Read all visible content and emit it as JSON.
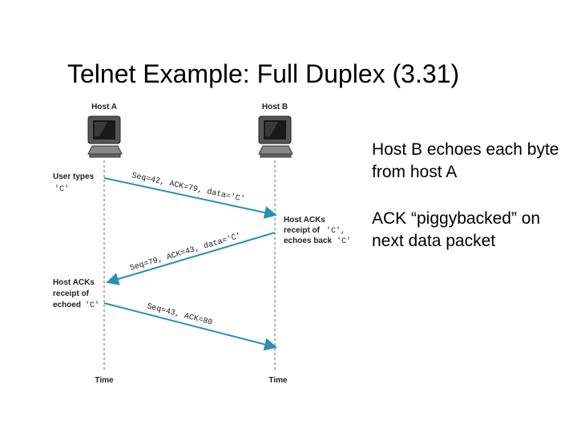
{
  "slide": {
    "title": "Telnet Example: Full Duplex (3.31)",
    "bullets": [
      "Host B echoes each byte from host A",
      "ACK “piggybacked” on next data packet"
    ]
  },
  "diagram": {
    "host_a": "Host A",
    "host_b": "Host B",
    "time_a": "Time",
    "time_b": "Time",
    "user_types_line1": "User types",
    "user_types_line2": "'C'",
    "host_b_note": [
      "Host ACKs",
      "receipt of",
      "echoes back"
    ],
    "host_b_note_c1": "'C',",
    "host_b_note_c2": "'C'",
    "host_a_note": [
      "Host ACKs",
      "receipt of",
      "echoed"
    ],
    "host_a_note_c": "'C'",
    "messages": [
      "Seq=42, ACK=79, data='C'",
      "Seq=79, ACK=43, data='C'",
      "Seq=43, ACK=80"
    ],
    "arrow_color": "#2a8fb8",
    "timeline_color": "#999999"
  }
}
